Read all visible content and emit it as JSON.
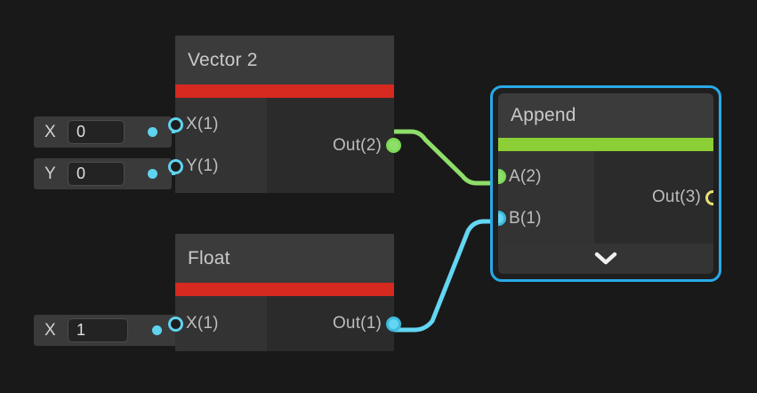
{
  "canvas": {
    "background": "#191919",
    "selection_color": "#29a9e8"
  },
  "properties": [
    {
      "id": "vector2-x",
      "label": "X",
      "value": "0",
      "placeholder": "0",
      "dot_color": "#5ed4ef"
    },
    {
      "id": "vector2-y",
      "label": "Y",
      "value": "0",
      "placeholder": "0",
      "dot_color": "#5ed4ef"
    },
    {
      "id": "float-x",
      "label": "X",
      "value": "1",
      "placeholder": "0",
      "dot_color": "#5ed4ef"
    }
  ],
  "nodes": [
    {
      "id": "vector2",
      "title": "Vector 2",
      "accent_color": "#d6291f",
      "selected": false,
      "inputs": [
        {
          "label": "X(1)",
          "style": "hollow",
          "connected": false
        },
        {
          "label": "Y(1)",
          "style": "hollow",
          "connected": false
        }
      ],
      "outputs": [
        {
          "label": "Out(2)",
          "style": "filled-green",
          "connected": true
        }
      ]
    },
    {
      "id": "float",
      "title": "Float",
      "accent_color": "#d6291f",
      "selected": false,
      "inputs": [
        {
          "label": "X(1)",
          "style": "hollow",
          "connected": false
        }
      ],
      "outputs": [
        {
          "label": "Out(1)",
          "style": "filled-cyan",
          "connected": true
        }
      ]
    },
    {
      "id": "append",
      "title": "Append",
      "accent_color": "#8cce35",
      "selected": true,
      "inputs": [
        {
          "label": "A(2)",
          "style": "filled-green",
          "connected": true
        },
        {
          "label": "B(1)",
          "style": "filled-cyan",
          "connected": true
        }
      ],
      "outputs": [
        {
          "label": "Out(3)",
          "style": "ring-yellow",
          "connected": false
        }
      ],
      "footer_icon": "chevron-down-icon"
    }
  ],
  "wires": [
    {
      "id": "vector2-out-to-append-a",
      "from": "vector2.Out(2)",
      "to": "append.A(2)",
      "color": "#8ede6a"
    },
    {
      "id": "float-out-to-append-b",
      "from": "float.Out(1)",
      "to": "append.B(1)",
      "color": "#63d6f2"
    }
  ]
}
